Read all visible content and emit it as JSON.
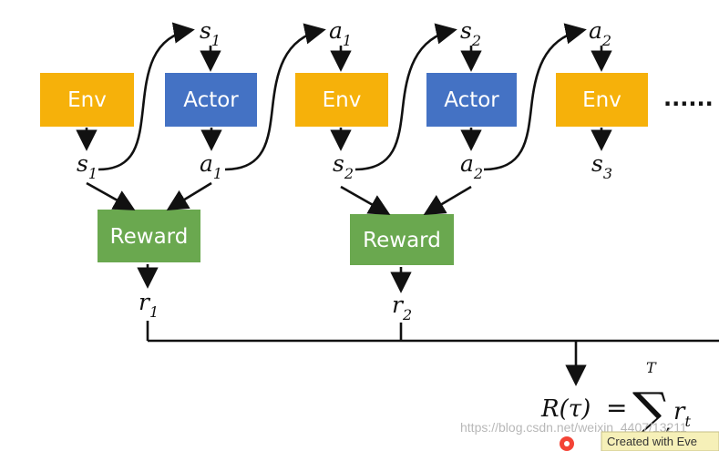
{
  "diagram": {
    "nodes": {
      "env_1": "Env",
      "actor_1": "Actor",
      "env_2": "Env",
      "actor_2": "Actor",
      "env_3": "Env",
      "reward_1": "Reward",
      "reward_2": "Reward"
    },
    "symbols": {
      "s1_top": {
        "base": "s",
        "sub": "1"
      },
      "a1_top": {
        "base": "a",
        "sub": "1"
      },
      "s2_top": {
        "base": "s",
        "sub": "2"
      },
      "a2_top": {
        "base": "a",
        "sub": "2"
      },
      "s1_bottom": {
        "base": "s",
        "sub": "1"
      },
      "a1_bottom": {
        "base": "a",
        "sub": "1"
      },
      "s2_bottom": {
        "base": "s",
        "sub": "2"
      },
      "a2_bottom": {
        "base": "a",
        "sub": "2"
      },
      "s3_bottom": {
        "base": "s",
        "sub": "3"
      },
      "r1": {
        "base": "r",
        "sub": "1"
      },
      "r2": {
        "base": "r",
        "sub": "2"
      }
    },
    "continuation": "......",
    "formula": {
      "left": "R(τ)",
      "equals": "=",
      "sum_symbol": "∑",
      "upper_limit": "T",
      "term_base": "r",
      "term_sub": "t"
    },
    "overlays": {
      "watermark": "https://blog.csdn.net/weixin_4407/13211",
      "created_with": "Created with Eve"
    },
    "colors": {
      "env": "#f6b10a",
      "actor": "#4472c4",
      "reward": "#6aa84f",
      "line": "#111111"
    }
  }
}
